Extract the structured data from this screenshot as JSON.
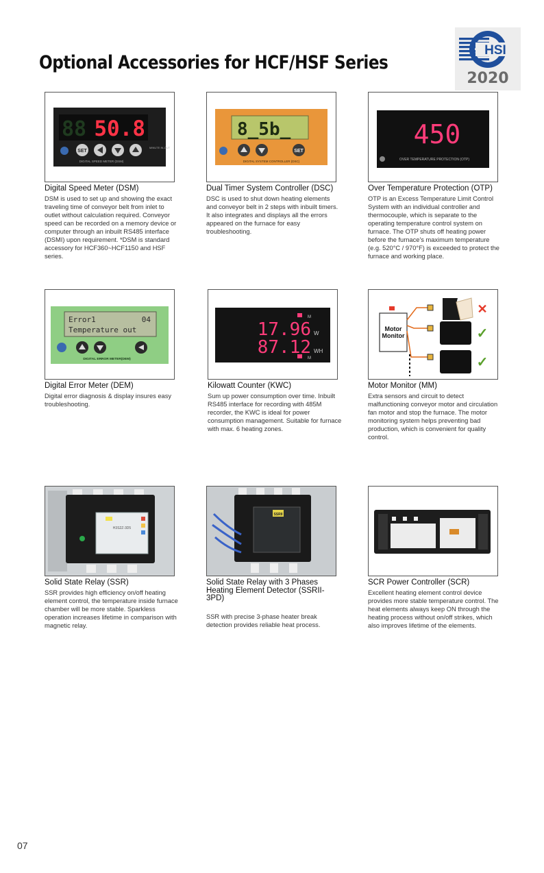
{
  "page": {
    "title": "Optional Accessories for HCF/HSF Series",
    "page_number": "07"
  },
  "logo": {
    "text": "HSI",
    "year": "2020"
  },
  "items": [
    {
      "title": "Digital Speed Meter (DSM)",
      "description": "DSM is used to set up and showing the exact traveling time of conveyor belt from inlet to outlet without calculation required. Conveyor speed can be recorded on a memory device or computer through an inbuilt RS485 interface (DSMI) upon requirement. *DSM is standard accessory for HCF360~HCF1150 and HSF series.",
      "display": {
        "dim": "88",
        "value": "50.8",
        "set": "SET",
        "caption": "DIGITAL SPEED METER (DSM)",
        "unit": "MINUTE IN-OUT"
      }
    },
    {
      "title": "Dual Timer System Controller (DSC)",
      "description": "DSC is used to shut down heating elements and conveyor belt in 2 steps with inbuilt timers. It also integrates and displays all the errors appeared on the furnace for easy troubleshooting.",
      "display": {
        "value": "8_5b_",
        "set": "SET",
        "caption": "DIGITAL SYSTEM CONTROLLER (DSC)"
      }
    },
    {
      "title": "Over Temperature Protection (OTP)",
      "description": "OTP is an Excess Temperature Limit Control System with an individual controller and thermocouple, which is separate to the operating temperature control system on furnace. The OTP shuts off heating power before the furnace's maximum temperature (e.g. 520°C / 970°F) is exceeded to protect the furnace and working place.",
      "display": {
        "value": "450",
        "caption": "OVER TEMPERATURE PROTECTION (OTP)"
      }
    },
    {
      "title": "Digital Error Meter (DEM)",
      "description": "Digital error diagnosis & display insures easy troubleshooting.",
      "display": {
        "line1": "Error1",
        "line1_code": "04",
        "line2": "Temperature out",
        "caption": "DIGITAL ERROR METER(DEM)"
      }
    },
    {
      "title": "Kilowatt Counter (KWC)",
      "description": "Sum up power consumption over time. Inbuilt RS485 interface for recording with 485M recorder, the KWC is ideal for power consumption management. Suitable for furnace with max. 6 heating zones.",
      "display": {
        "value1": "17.96",
        "unit1": "W",
        "value2": "87.12",
        "unit2": "WH",
        "mark_top": "M",
        "mark_bottom": "M"
      }
    },
    {
      "title": "Motor Monitor (MM)",
      "description": "Extra sensors and circuit to detect malfunctioning conveyor motor and circulation fan motor and stop the furnace. The motor monitoring system helps preventing bad production, which is convenient for quality control.",
      "diagram": {
        "label_line1": "Motor",
        "label_line2": "Monitor",
        "marks": [
          "✕",
          "✓",
          "✓"
        ]
      }
    },
    {
      "title": "Solid State Relay (SSR)",
      "description": "SSR provides high efficiency on/off heating element control, the temperature inside furnace chamber will be more stable. Sparkless operation increases lifetime in comparison with magnetic relay.",
      "photo": {
        "label": "H3S2Z-3D5"
      }
    },
    {
      "title": "Solid State Relay with 3 Phases Heating Element Detector (SSRII-3PD)",
      "description": "SSR with precise 3-phase heater break detection provides reliable heat process.",
      "photo": {
        "label": "SSRII"
      }
    },
    {
      "title": "SCR Power Controller (SCR)",
      "description": "Excellent heating element control device provides more stable temperature control. The heat elements always keep ON through the heating process without on/off strikes, which also improves lifetime of the elements.",
      "photo": {}
    }
  ]
}
